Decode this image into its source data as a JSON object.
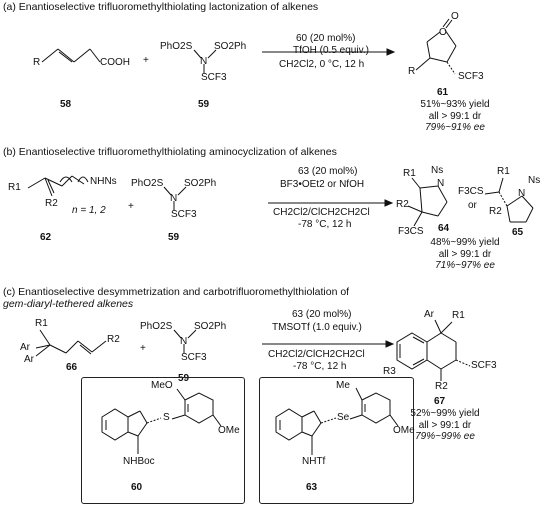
{
  "sections": {
    "a": {
      "label": "(a)",
      "title": "Enantioselective trifluoromethylthiolating lactonization of alkenes",
      "substrate_id": "58",
      "reagent_id": "59",
      "catalyst_line": "60 (20 mol%)",
      "additive": "TfOH (0.5 equiv.)",
      "conditions": "CH2Cl2, 0 °C, 12 h",
      "product_id": "61",
      "yield": "51%~93% yield",
      "dr": "all > 99:1 dr",
      "ee": "79%~91% ee"
    },
    "b": {
      "label": "(b)",
      "title": "Enantioselective trifluoromethylthiolating aminocyclization of alkenes",
      "substrate_id": "62",
      "n_note": "n = 1, 2",
      "reagent_id": "59",
      "catalyst_line": "63 (20 mol%)",
      "additive": "BF3•OEt2 or NfOH",
      "solvent": "CH2Cl2/ClCH2CH2Cl",
      "conditions": "-78 °C, 12 h",
      "product_ids": [
        "64",
        "65"
      ],
      "or_label": "or",
      "yield": "48%~99% yield",
      "dr": "all > 99:1 dr",
      "ee": "71%~97% ee"
    },
    "c": {
      "label": "(c)",
      "title_line1": "Enantioselective desymmetrization and carbotrifluoromethylthiolation of",
      "title_line2": "gem-diaryl-tethered alkenes",
      "substrate_id": "66",
      "reagent_id": "59",
      "catalyst_line": "63 (20 mol%)",
      "additive": "TMSOTf (1.0 equiv.)",
      "solvent": "CH2Cl2/ClCH2CH2Cl",
      "conditions": "-78 °C, 12 h",
      "product_id": "67",
      "yield": "52%~99% yield",
      "dr": "all > 99:1 dr",
      "ee": "79%~99% ee"
    }
  },
  "catalysts": [
    {
      "id": "60",
      "groups": [
        "MeO",
        "S",
        "OMe",
        "NHBoc"
      ]
    },
    {
      "id": "63",
      "groups": [
        "Me",
        "Se",
        "OMe",
        "NHTf"
      ]
    }
  ],
  "atoms": {
    "R": "R",
    "COOH": "COOH",
    "PhO2S": "PhO2S",
    "SO2Ph": "SO2Ph",
    "N": "N",
    "SCF3": "SCF3",
    "O": "O",
    "NHNs": "NHNs",
    "R1": "R1",
    "R2": "R2",
    "R3": "R3",
    "Ns": "Ns",
    "F3CS": "F3CS",
    "Ar": "Ar"
  }
}
